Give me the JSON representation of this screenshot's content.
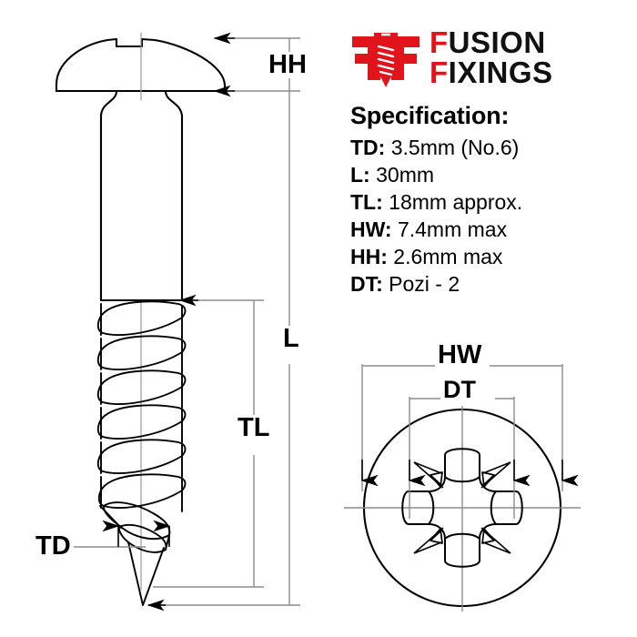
{
  "brand": {
    "logo_icon": "screw-ff-monogram-icon",
    "line1_lead": "F",
    "line1_rest": "USION",
    "line2_lead": "F",
    "line2_rest": "IXINGS",
    "red": "#e1141b",
    "black": "#111111"
  },
  "specification": {
    "title": "Specification:",
    "rows": [
      {
        "key": "TD:",
        "value": "3.5mm (No.6)"
      },
      {
        "key": "L:",
        "value": "30mm"
      },
      {
        "key": "TL:",
        "value": "18mm approx."
      },
      {
        "key": "HW:",
        "value": "7.4mm max"
      },
      {
        "key": "HH:",
        "value": "2.6mm max"
      },
      {
        "key": "DT:",
        "value": "Pozi - 2"
      }
    ]
  },
  "dimensions": {
    "hh": "HH",
    "l": "L",
    "tl": "TL",
    "td": "TD",
    "hw": "HW",
    "dt": "DT"
  },
  "drawing": {
    "side_view_name": "screw-side-view-drawing",
    "head_view_name": "pozi-drive-head-top-view-drawing",
    "line_color": "#000000",
    "dimension_line_color": "#808080"
  }
}
